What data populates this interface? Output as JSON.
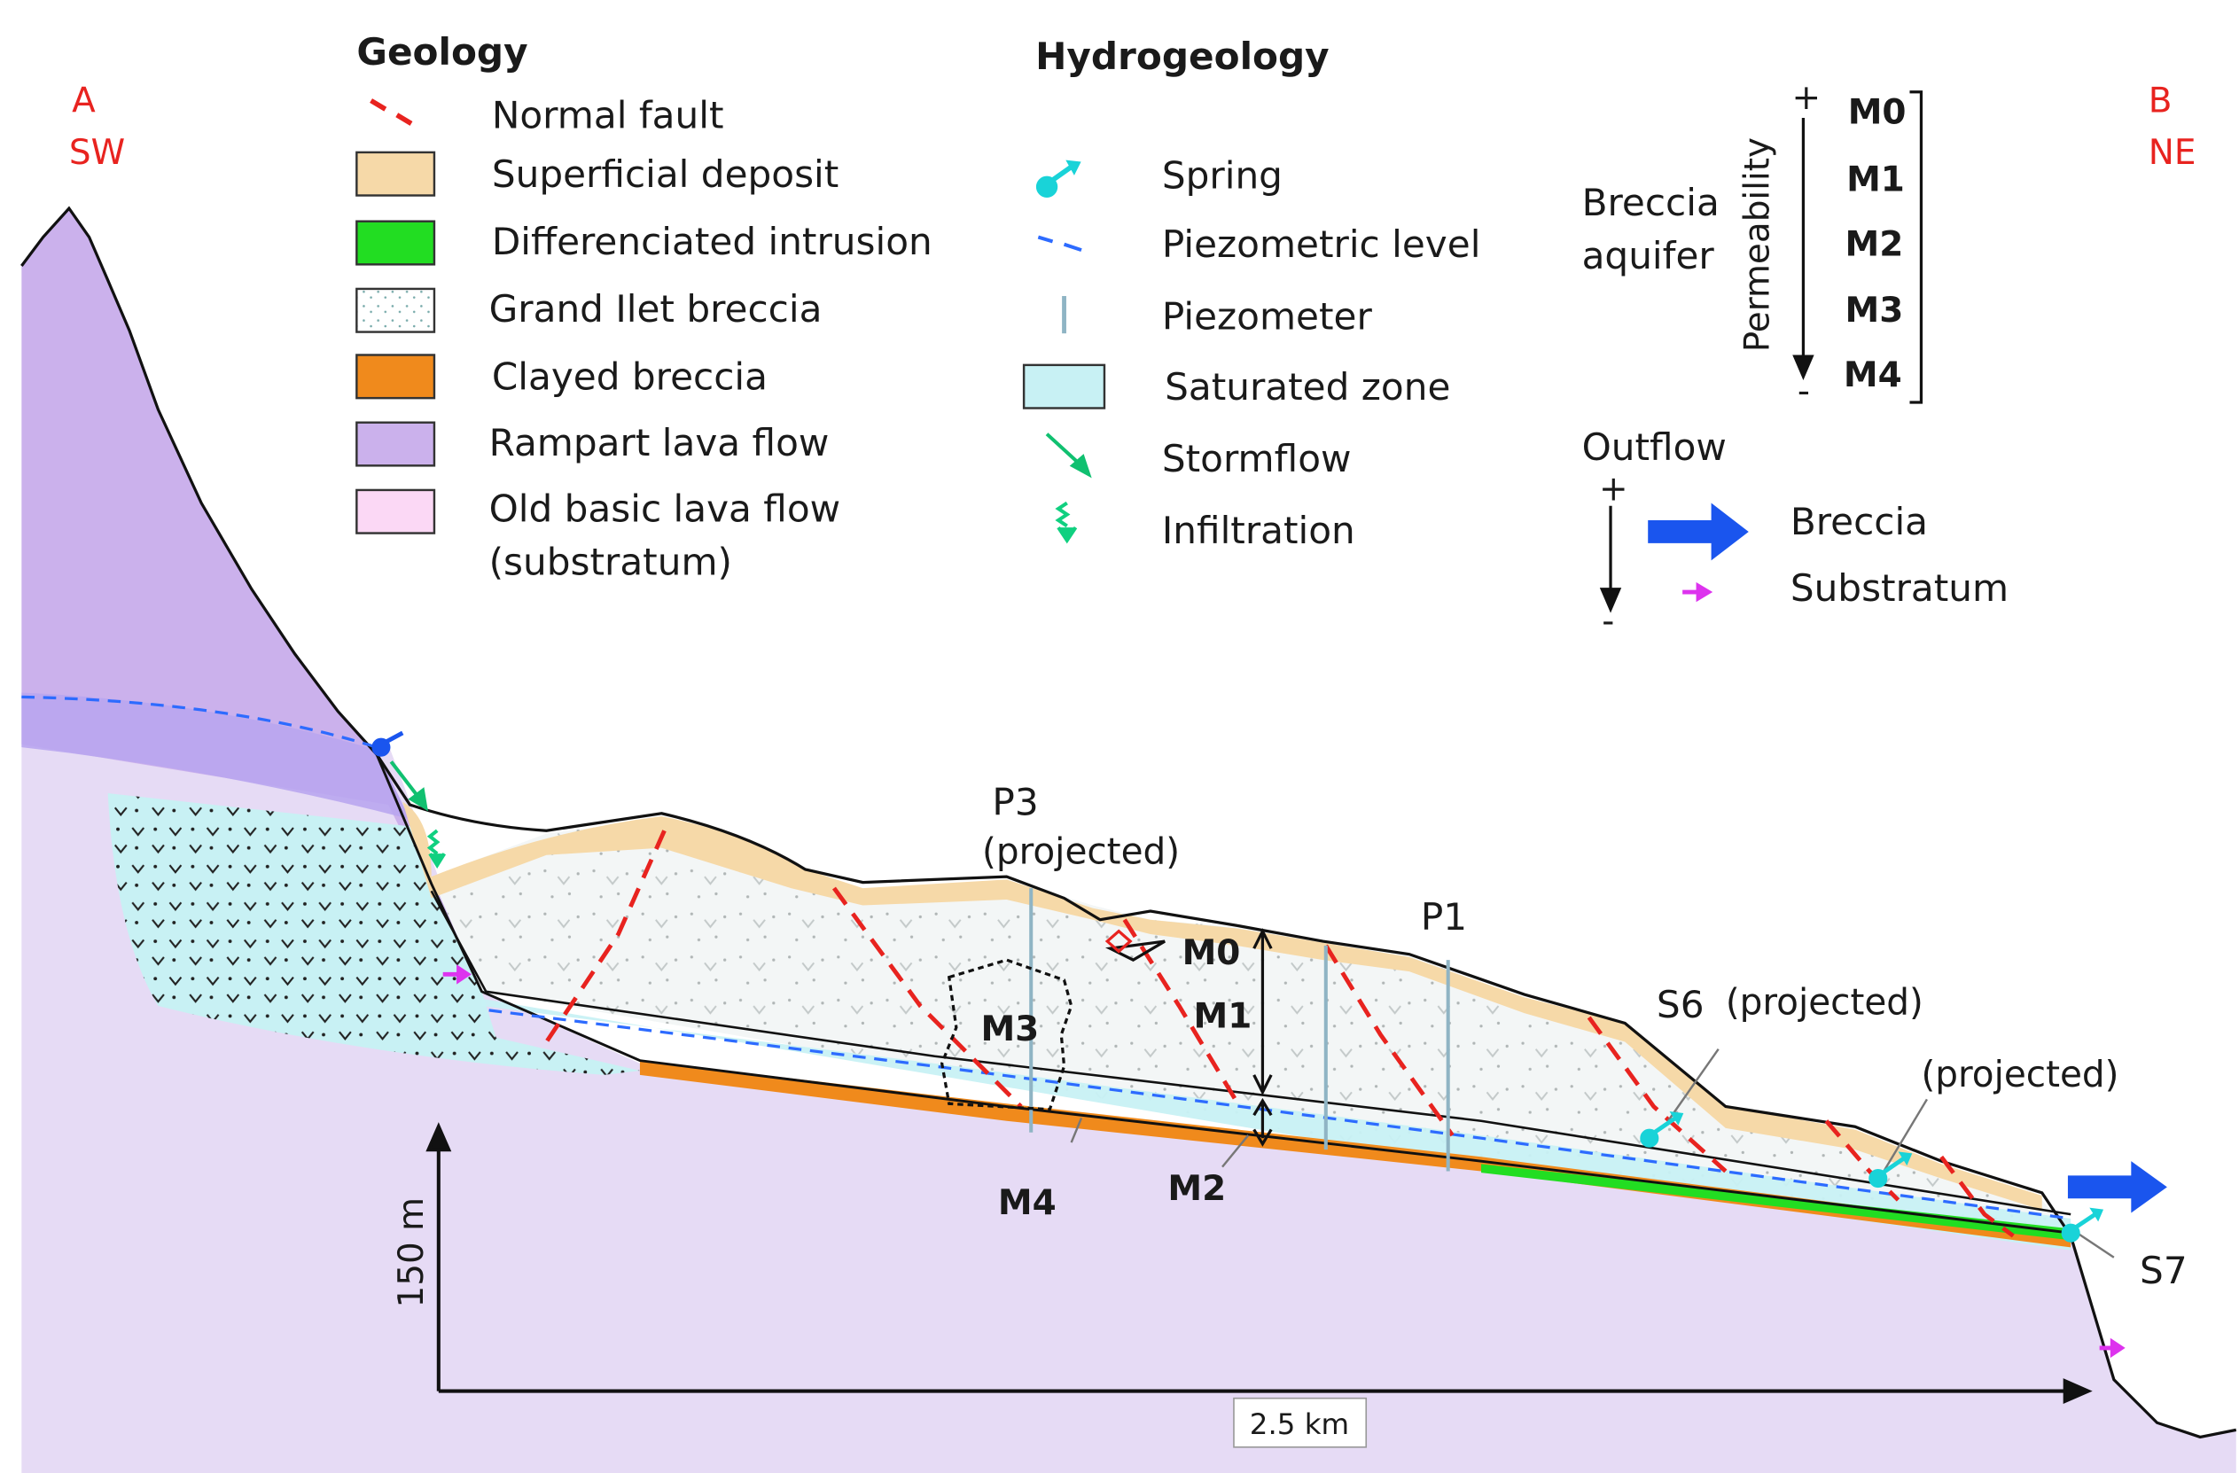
{
  "endpoints": {
    "left": {
      "letter": "A",
      "direction": "SW"
    },
    "right": {
      "letter": "B",
      "direction": "NE"
    }
  },
  "geology": {
    "heading": "Geology",
    "items": [
      {
        "label": "Normal fault",
        "color": "#e8231f"
      },
      {
        "label": "Superficial deposit",
        "color": "#f6d9a8"
      },
      {
        "label": "Differenciated intrusion",
        "color": "#22dd22"
      },
      {
        "label": "Grand Ilet breccia",
        "color": "#eef6f6"
      },
      {
        "label": "Clayed breccia",
        "color": "#f08a1c"
      },
      {
        "label": "Rampart lava flow",
        "color": "#cbb1ec"
      },
      {
        "label": "Old basic lava flow",
        "label2": "(substratum)",
        "color": "#fbd8f5"
      }
    ]
  },
  "hydrogeology": {
    "heading": "Hydrogeology",
    "items": [
      {
        "label": "Spring",
        "color": "#19d3d8"
      },
      {
        "label": "Piezometric level",
        "color": "#2d6bff"
      },
      {
        "label": "Piezometer",
        "color": "#8fb4c4"
      },
      {
        "label": "Saturated zone",
        "color": "#c8f1f4"
      },
      {
        "label": "Stormflow",
        "color": "#10c070"
      },
      {
        "label": "Infiltration",
        "color": "#10d080"
      }
    ]
  },
  "aquifer": {
    "label_line1": "Breccia",
    "label_line2": "aquifer",
    "axis_label": "Permeability",
    "plus": "+",
    "minus": "-",
    "levels": [
      "M0",
      "M1",
      "M2",
      "M3",
      "M4"
    ]
  },
  "outflow": {
    "title": "Outflow",
    "plus": "+",
    "minus": "-",
    "items": [
      {
        "label": "Breccia",
        "color": "#1a55ee"
      },
      {
        "label": "Substratum",
        "color": "#dd33ee"
      }
    ]
  },
  "section_labels": {
    "p3": "P3",
    "p3_note": "(projected)",
    "p1": "P1",
    "m0": "M0",
    "m1": "M1",
    "m2": "M2",
    "m3": "M3",
    "m4": "M4",
    "s6": "S6",
    "s6_note": "(projected)",
    "projected": "(projected)",
    "s7": "S7"
  },
  "scale": {
    "vertical": "150 m",
    "horizontal": "2.5 km"
  }
}
